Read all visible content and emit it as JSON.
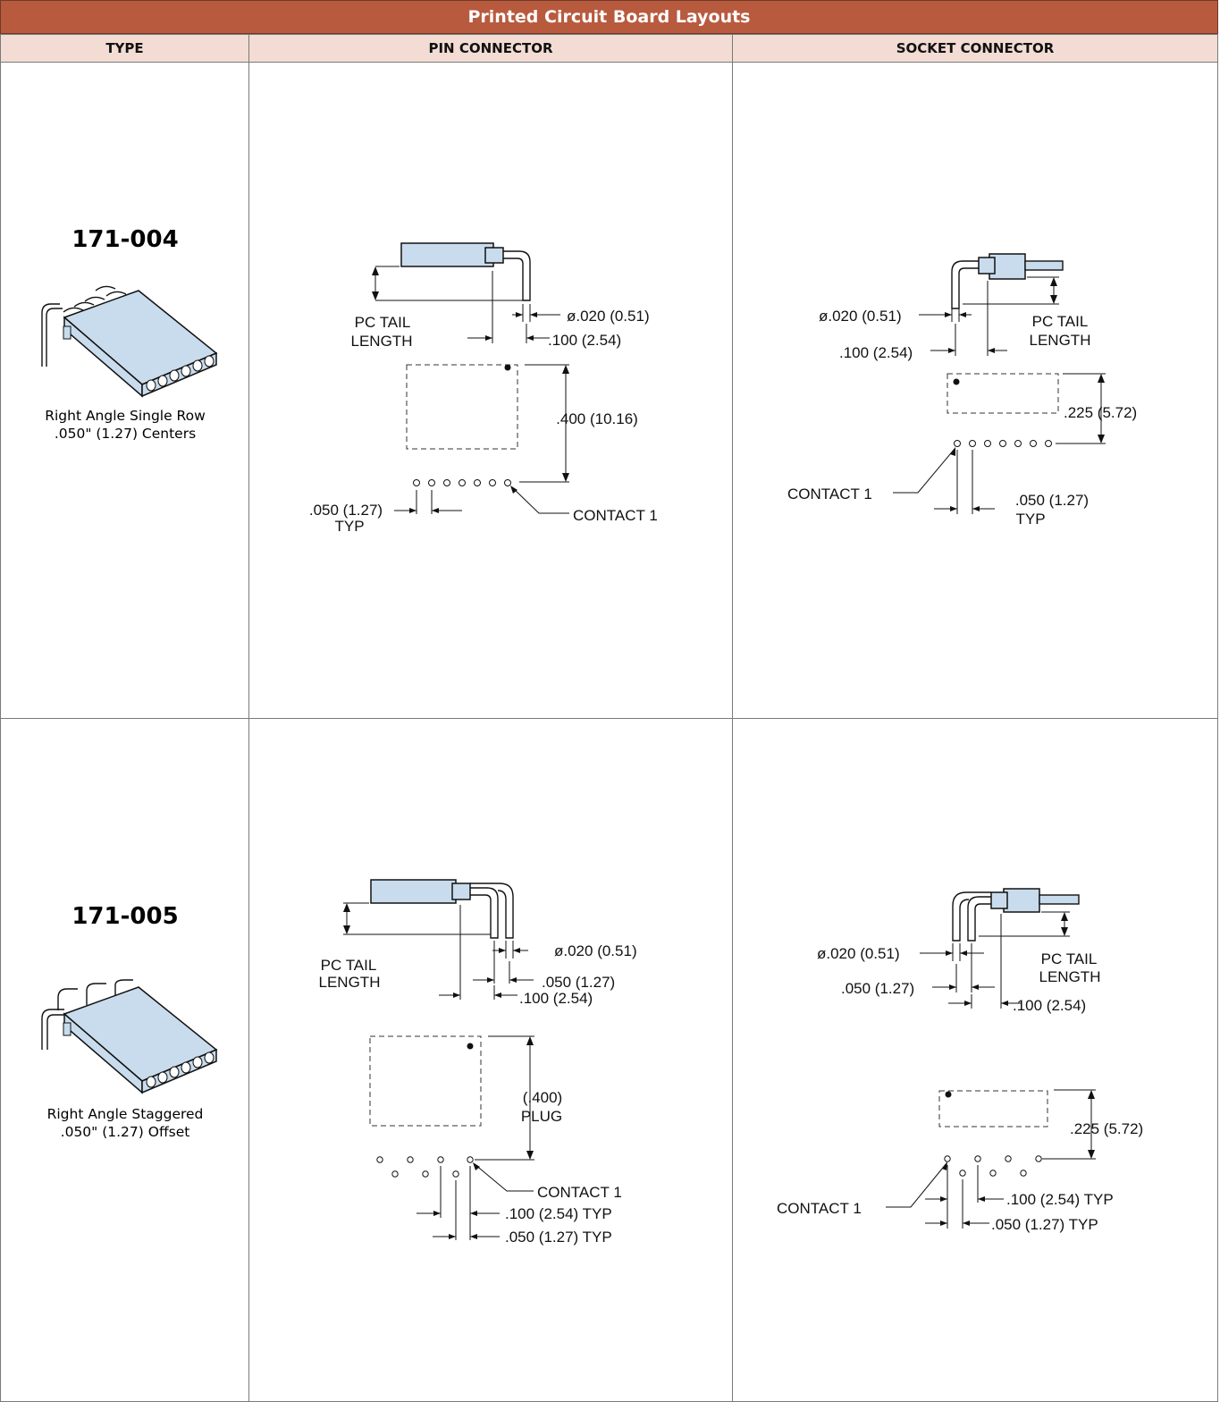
{
  "table": {
    "title": "Printed Circuit Board Layouts",
    "headers": {
      "type": "TYPE",
      "pin": "PIN CONNECTOR",
      "socket": "SOCKET CONNECTOR"
    }
  },
  "rows": [
    {
      "part_number": "171-004",
      "desc_line1": "Right Angle Single Row",
      "desc_line2": ".050\" (1.27) Centers",
      "pin": {
        "tail_line1": "PC TAIL",
        "tail_line2": "LENGTH",
        "dia": "ø.020 (0.51)",
        "pitch": ".100 (2.54)",
        "height": ".400 (10.16)",
        "spacing_line1": ".050 (1.27)",
        "spacing_line2": "TYP",
        "contact": "CONTACT 1"
      },
      "socket": {
        "dia": "ø.020 (0.51)",
        "tail_line1": "PC TAIL",
        "tail_line2": "LENGTH",
        "pitch": ".100 (2.54)",
        "height": ".225 (5.72)",
        "contact": "CONTACT 1",
        "spacing_line1": ".050 (1.27)",
        "spacing_line2": "TYP"
      }
    },
    {
      "part_number": "171-005",
      "desc_line1": "Right Angle Staggered",
      "desc_line2": ".050\" (1.27) Offset",
      "pin": {
        "tail_line1": "PC TAIL",
        "tail_line2": "LENGTH",
        "dia": "ø.020 (0.51)",
        "offset": ".050 (1.27)",
        "pitch": ".100 (2.54)",
        "height_line1": "(.400)",
        "height_line2": "PLUG",
        "contact": "CONTACT 1",
        "row_pitch": ".100 (2.54) TYP",
        "row_offset": ".050 (1.27) TYP"
      },
      "socket": {
        "dia": "ø.020 (0.51)",
        "offset": ".050 (1.27)",
        "tail_line1": "PC TAIL",
        "tail_line2": "LENGTH",
        "pitch": ".100 (2.54)",
        "height": ".225 (5.72)",
        "contact": "CONTACT 1",
        "row_pitch": ".100 (2.54) TYP",
        "row_offset": ".050 (1.27) TYP"
      }
    }
  ]
}
